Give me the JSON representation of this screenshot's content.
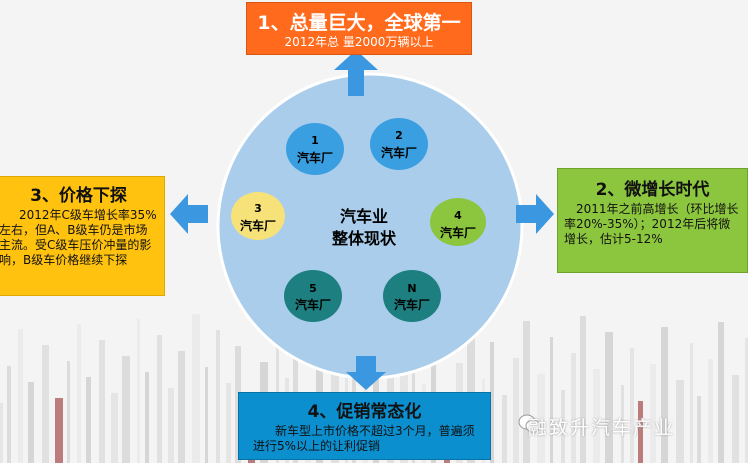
{
  "center": {
    "line1": "汽车业",
    "line2": "整体现状"
  },
  "plants": [
    {
      "id": "1",
      "label": "汽车厂",
      "color": "#3a9fe0"
    },
    {
      "id": "2",
      "label": "汽车厂",
      "color": "#3a9fe0"
    },
    {
      "id": "3",
      "label": "汽车厂",
      "color": "#f7e27a"
    },
    {
      "id": "4",
      "label": "汽车厂",
      "color": "#8cc63e"
    },
    {
      "id": "5",
      "label": "汽车厂",
      "color": "#1d7f80"
    },
    {
      "id": "N",
      "label": "汽车厂",
      "color": "#1d7f80"
    }
  ],
  "boxes": {
    "top": {
      "title": "1、总量巨大，全球第一",
      "body": "2012年总 量2000万辆以上"
    },
    "right": {
      "title": "2、微增长时代",
      "body": "2011年之前高增长（环比增长率20%-35%）；2012年后将微增长，估计5-12%"
    },
    "left": {
      "title": "3、价格下探",
      "body": "2012年C级车增长率35%左右，但A、B级车仍是市场主流。受C级车压价冲量的影响，B级车价格继续下探"
    },
    "bottom": {
      "title": "4、促销常态化",
      "body": "新车型上市价格不超过3个月，普遍须进行5%以上的让利促销"
    }
  },
  "watermark": "融致升汽车产业",
  "colors": {
    "circle": "#a9cdeb",
    "arrow": "#3a97e0",
    "top": "#ff6a1c",
    "right": "#8cc63e",
    "left": "#ffc20e",
    "bottom": "#0b8fcf"
  }
}
